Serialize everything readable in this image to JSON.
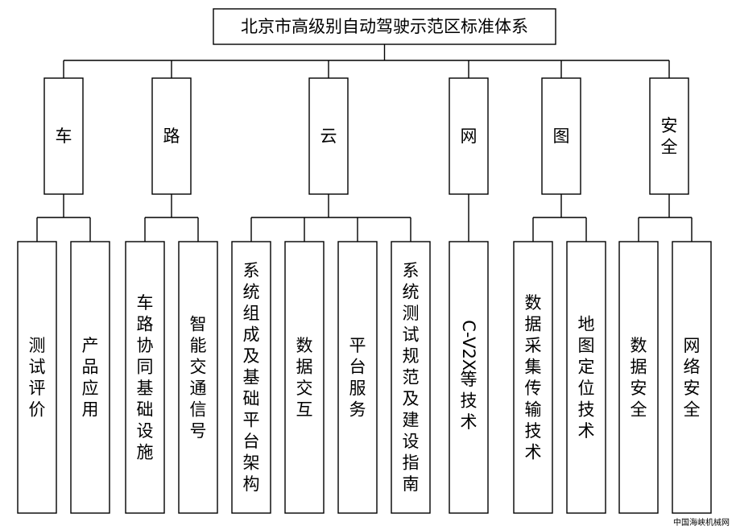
{
  "diagram": {
    "title": "北京市高级别自动驾驶示范区标准体系",
    "categories": [
      {
        "label": "车",
        "children": [
          "测试评价",
          "产品应用"
        ]
      },
      {
        "label": "路",
        "children": [
          "车路协同基础设施",
          "智能交通信号"
        ]
      },
      {
        "label": "云",
        "children": [
          "系统组成及基础平台架构",
          "数据交互",
          "平台服务",
          "系统测试规范及建设指南"
        ]
      },
      {
        "label": "网",
        "children": [
          "C-V2X等技术"
        ]
      },
      {
        "label": "图",
        "children": [
          "数据采集传输技术",
          "地图定位技术"
        ]
      },
      {
        "label": "安全",
        "children": [
          "数据安全",
          "网络安全"
        ]
      }
    ]
  },
  "watermark": "中国海峡机械网"
}
